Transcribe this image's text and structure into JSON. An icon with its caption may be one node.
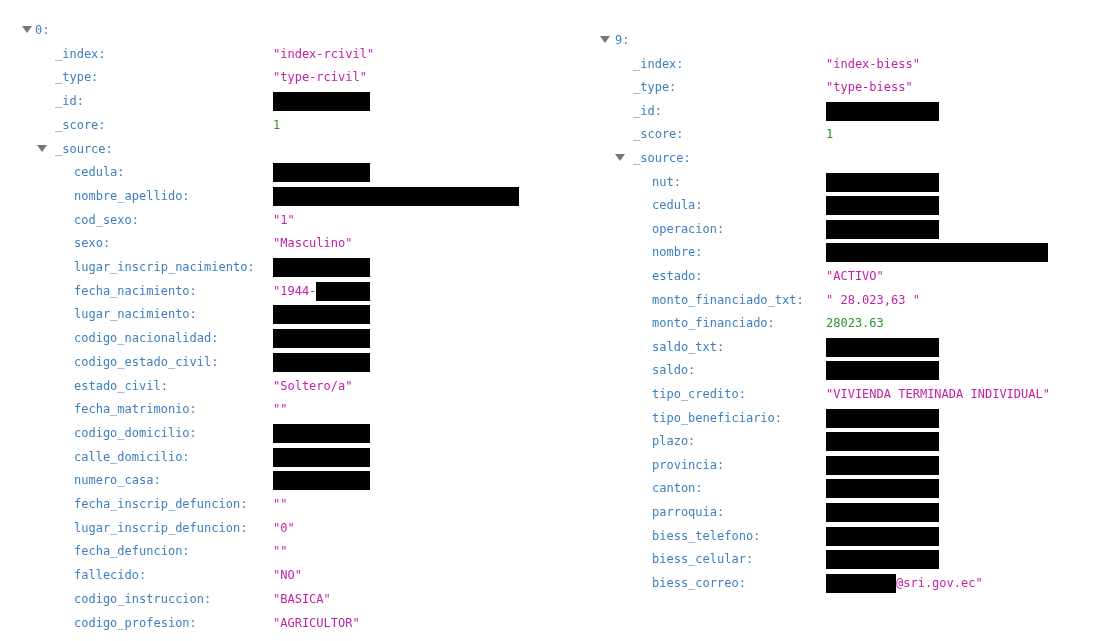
{
  "diagram": {
    "labels": [
      "0:",
      "_index:",
      "\"index-rcivil\"",
      "_type:",
      "\"type-rcivil\"",
      "_id:",
      "_score:",
      "1",
      "_source:",
      "cedula:",
      "nombre_apellido:",
      "cod_sexo:",
      "\"1\"",
      "sexo:",
      "\"Masculino\"",
      "lugar_inscrip_nacimiento:",
      "fecha_nacimiento:",
      "\"1944-",
      "lugar_nacimiento:",
      "codigo_nacionalidad:",
      "codigo_estado_civil:",
      "estado_civil:",
      "\"Soltero/a\"",
      "fecha_matrimonio:",
      "\"\"",
      "codigo_domicilio:",
      "calle_domicilio:",
      "numero_casa:",
      "fecha_inscrip_defuncion:",
      "\"\"",
      "lugar_inscrip_defuncion:",
      "\"0\"",
      "fecha_defuncion:",
      "\"\"",
      "fallecido:",
      "\"NO\"",
      "codigo_instruccion:",
      "\"BASICA\"",
      "codigo_profesion:",
      "\"AGRICULTOR\"",
      "9:",
      "_index:",
      "\"index-biess\"",
      "_type:",
      "\"type-biess\"",
      "_id:",
      "_score:",
      "1",
      "_source:",
      "nut:",
      "cedula:",
      "operacion:",
      "nombre:",
      "estado:",
      "\"ACTIVO\"",
      "monto_financiado_txt:",
      "\" 28.023,63 \"",
      "monto_financiado:",
      "28023.63",
      "saldo_txt:",
      "saldo:",
      "tipo_credito:",
      "\"VIVIENDA TERMINADA INDIVIDUAL\"",
      "tipo_beneficiario:",
      "plazo:",
      "provincia:",
      "canton:",
      "parroquia:",
      "biess_telefono:",
      "biess_celular:",
      "biess_correo:",
      "@sri.gov.ec\""
    ]
  }
}
